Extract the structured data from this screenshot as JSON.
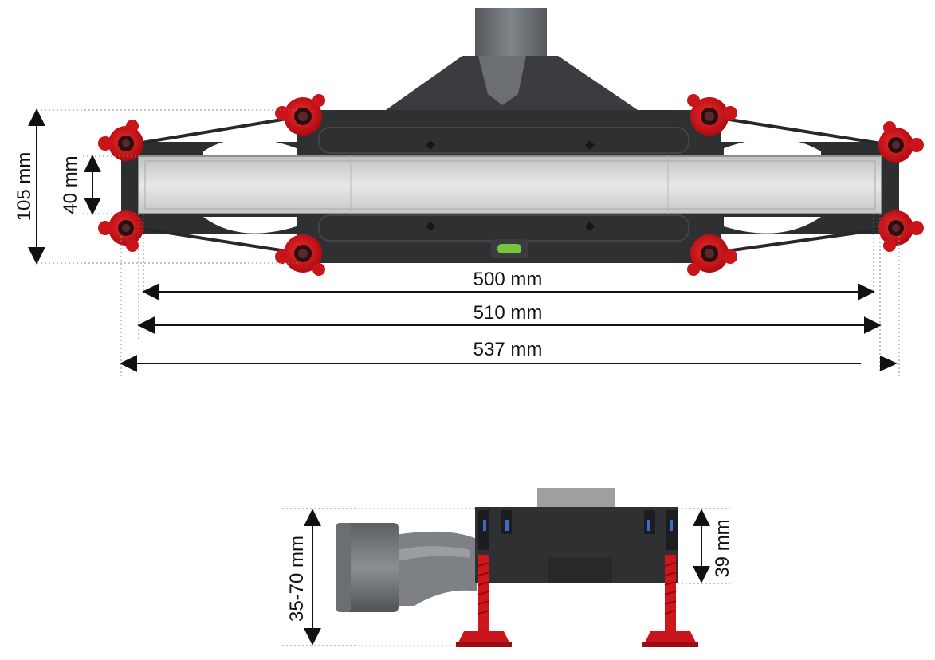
{
  "top_view": {
    "dim_width_500": "500 mm",
    "dim_width_510": "510 mm",
    "dim_width_537": "537 mm",
    "dim_height_105": "105 mm",
    "dim_height_40": "40 mm"
  },
  "side_view": {
    "dim_adjust_height": "35-70 mm",
    "dim_body_height": "39 mm"
  },
  "colors": {
    "body": "#2e3032",
    "pipe": "#6f7377",
    "grate": "#d6d8d6",
    "red_foot": "#d0161c",
    "level_bubble": "#7ac43a",
    "dim_line": "#111111",
    "guide_line": "#9a9a9a"
  }
}
